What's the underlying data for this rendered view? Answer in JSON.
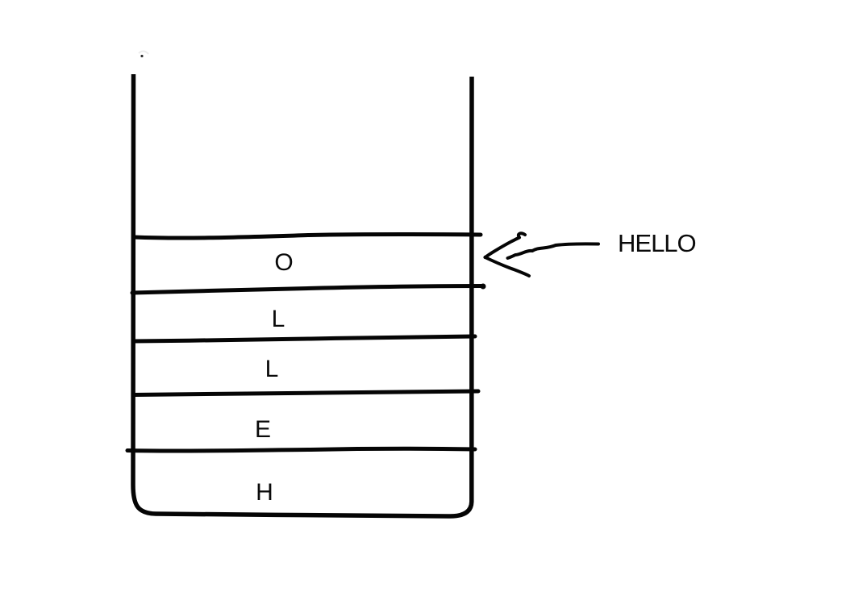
{
  "canvas": {
    "background_color": "#ffffff",
    "ink_color": "#050505"
  },
  "stack": {
    "items_top_to_bottom": [
      "O",
      "L",
      "L",
      "E",
      "H"
    ]
  },
  "annotation": {
    "label": "HELLO"
  }
}
